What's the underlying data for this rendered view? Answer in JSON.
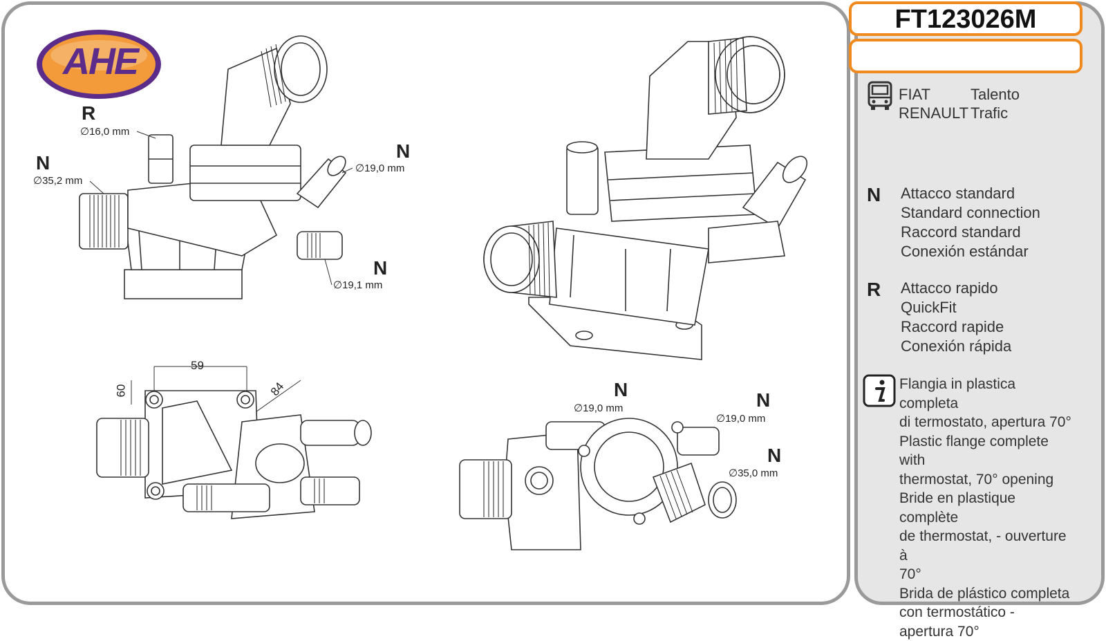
{
  "brand": {
    "logo_text": "AHE",
    "colors": {
      "purple": "#5b2c8a",
      "orange": "#f39a3a",
      "frame": "#9a9a9a",
      "accent": "#f08a1f"
    }
  },
  "part_number": "FT123026M",
  "vehicles": [
    {
      "make": "FIAT",
      "model": "Talento"
    },
    {
      "make": "RENAULT",
      "model": "Trafic"
    }
  ],
  "legend": {
    "N": {
      "letter": "N",
      "lines": [
        "Attacco standard",
        "Standard connection",
        "Raccord standard",
        "Conexión estándar"
      ]
    },
    "R": {
      "letter": "R",
      "lines": [
        "Attacco rapido",
        "QuickFit",
        "Raccord rapide",
        "Conexión rápida"
      ]
    }
  },
  "info": {
    "icon": "info-icon",
    "lines": [
      "Flangia in plastica completa",
      "di termostato, apertura 70°",
      "Plastic flange complete with",
      "thermostat, 70° opening",
      "Bride en plastique complète",
      "de thermostat, - ouverture à",
      "70°",
      "Brida de plástico completa",
      "con termostático -",
      "apertura 70°"
    ]
  },
  "drawing": {
    "top_left": {
      "r_label": "R",
      "r_dim": "∅16,0 mm",
      "n1_label": "N",
      "n1_dim": "∅35,2 mm",
      "n2_label": "N",
      "n2_dim": "∅19,0 mm",
      "n3_label": "N",
      "n3_dim": "∅19,1 mm"
    },
    "bottom_left": {
      "dim_59": "59",
      "dim_60": "60",
      "dim_84": "84"
    },
    "bottom_right": {
      "n1_label": "N",
      "n1_dim": "∅19,0 mm",
      "n2_label": "N",
      "n2_dim": "∅19,0 mm",
      "n3_label": "N",
      "n3_dim": "∅35,0 mm"
    }
  }
}
